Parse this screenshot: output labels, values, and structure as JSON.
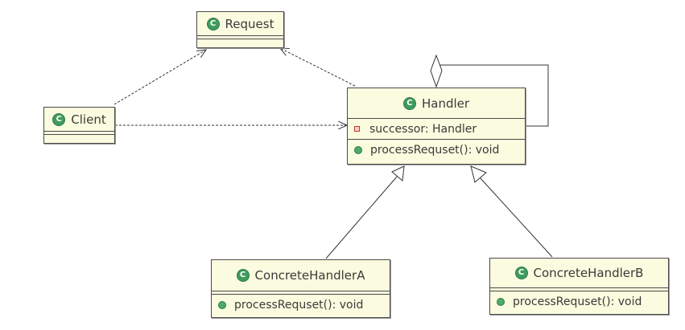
{
  "diagram": {
    "classes": {
      "request": {
        "name": "Request",
        "icon": "class-icon"
      },
      "client": {
        "name": "Client",
        "icon": "class-icon"
      },
      "handler": {
        "name": "Handler",
        "icon": "class-icon",
        "fields": [
          {
            "text": "successor: Handler",
            "icon": "private-field-icon"
          }
        ],
        "methods": [
          {
            "text": "processRequset(): void",
            "icon": "public-method-icon"
          }
        ]
      },
      "concrete_a": {
        "name": "ConcreteHandlerA",
        "icon": "class-icon",
        "methods": [
          {
            "text": "processRequset(): void",
            "icon": "public-method-icon"
          }
        ]
      },
      "concrete_b": {
        "name": "ConcreteHandlerB",
        "icon": "class-icon",
        "methods": [
          {
            "text": "processRequset(): void",
            "icon": "public-method-icon"
          }
        ]
      }
    },
    "relationships": [
      {
        "type": "dependency",
        "from": "Client",
        "to": "Request"
      },
      {
        "type": "dependency",
        "from": "Client",
        "to": "Handler"
      },
      {
        "type": "dependency",
        "from": "Handler",
        "to": "Request"
      },
      {
        "type": "aggregation",
        "from": "Handler",
        "to": "Handler"
      },
      {
        "type": "generalization",
        "from": "ConcreteHandlerA",
        "to": "Handler"
      },
      {
        "type": "generalization",
        "from": "ConcreteHandlerB",
        "to": "Handler"
      }
    ],
    "colors": {
      "class_fill": "#fbfbdf",
      "border": "#4a4a4a",
      "class_icon": "#3f9b5e",
      "field_icon": "#c0392b",
      "method_icon": "#4fa96b",
      "text": "#3a3a3a"
    }
  }
}
